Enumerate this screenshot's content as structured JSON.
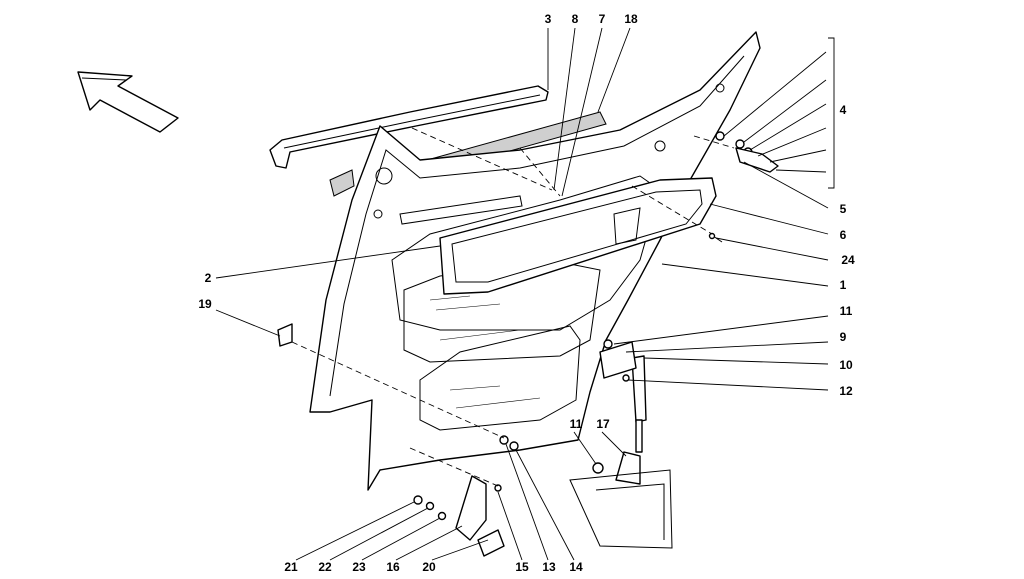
{
  "diagram": {
    "direction_icon": "arrow-front-icon",
    "callouts": [
      {
        "id": "c3",
        "text": "3"
      },
      {
        "id": "c8",
        "text": "8"
      },
      {
        "id": "c7",
        "text": "7"
      },
      {
        "id": "c18",
        "text": "18"
      },
      {
        "id": "c4",
        "text": "4"
      },
      {
        "id": "c5",
        "text": "5"
      },
      {
        "id": "c6",
        "text": "6"
      },
      {
        "id": "c24",
        "text": "24"
      },
      {
        "id": "c1",
        "text": "1"
      },
      {
        "id": "c2",
        "text": "2"
      },
      {
        "id": "c19",
        "text": "19"
      },
      {
        "id": "c11a",
        "text": "11"
      },
      {
        "id": "c9",
        "text": "9"
      },
      {
        "id": "c10",
        "text": "10"
      },
      {
        "id": "c12",
        "text": "12"
      },
      {
        "id": "c11b",
        "text": "11"
      },
      {
        "id": "c17",
        "text": "17"
      },
      {
        "id": "c21",
        "text": "21"
      },
      {
        "id": "c22",
        "text": "22"
      },
      {
        "id": "c23",
        "text": "23"
      },
      {
        "id": "c16",
        "text": "16"
      },
      {
        "id": "c20",
        "text": "20"
      },
      {
        "id": "c15",
        "text": "15"
      },
      {
        "id": "c13",
        "text": "13"
      },
      {
        "id": "c14",
        "text": "14"
      }
    ]
  }
}
